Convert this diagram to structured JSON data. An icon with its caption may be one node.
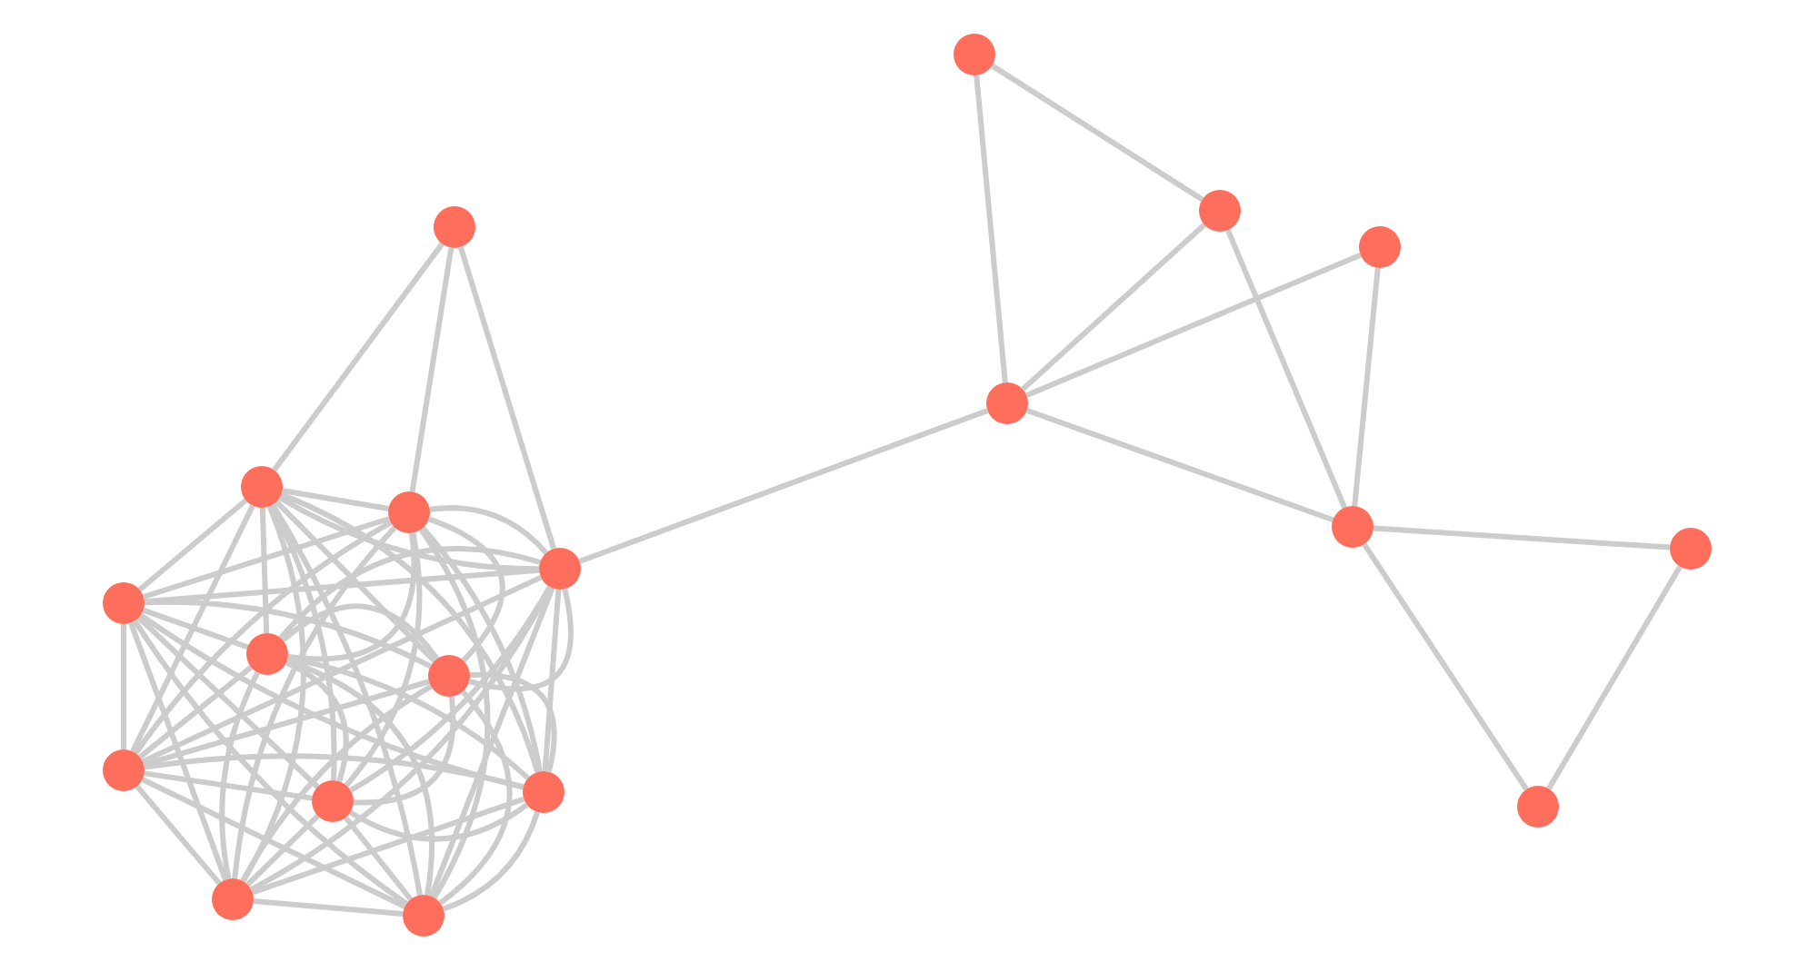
{
  "diagram": {
    "nodes": [
      {
        "text": [],
        "shape": "circle"
      },
      {
        "text": [],
        "shape": "circle"
      },
      {
        "text": [],
        "shape": "circle"
      },
      {
        "text": [],
        "shape": "circle"
      },
      {
        "text": [],
        "shape": "circle"
      },
      {
        "text": [],
        "shape": "circle"
      },
      {
        "text": [],
        "shape": "circle"
      },
      {
        "text": [],
        "shape": "circle"
      },
      {
        "text": [],
        "shape": "circle"
      },
      {
        "text": [],
        "shape": "circle"
      },
      {
        "text": [],
        "shape": "circle"
      },
      {
        "text": [],
        "shape": "circle"
      },
      {
        "text": [],
        "shape": "circle"
      },
      {
        "text": [],
        "shape": "circle"
      },
      {
        "text": [],
        "shape": "circle"
      },
      {
        "text": [],
        "shape": "circle"
      },
      {
        "text": [],
        "shape": "circle"
      },
      {
        "text": [],
        "shape": "circle"
      },
      {
        "text": [],
        "shape": "circle"
      }
    ],
    "edges": [
      {
        "from": 0,
        "to": 1,
        "arrow": "none"
      },
      {
        "from": 0,
        "to": 2,
        "arrow": "none"
      },
      {
        "from": 0,
        "to": 3,
        "arrow": "none"
      },
      {
        "from": 0,
        "to": 4,
        "arrow": "none"
      },
      {
        "from": 0,
        "to": 5,
        "arrow": "none"
      },
      {
        "from": 0,
        "to": 6,
        "arrow": "none"
      },
      {
        "from": 0,
        "to": 7,
        "arrow": "none"
      },
      {
        "from": 0,
        "to": 8,
        "arrow": "none"
      },
      {
        "from": 0,
        "to": 10,
        "arrow": "none"
      },
      {
        "from": 0,
        "to": 11,
        "arrow": "none"
      },
      {
        "from": 1,
        "to": 2,
        "arrow": "none"
      },
      {
        "from": 1,
        "to": 3,
        "arrow": "none"
      },
      {
        "from": 1,
        "to": 4,
        "arrow": "none"
      },
      {
        "from": 1,
        "to": 5,
        "arrow": "none"
      },
      {
        "from": 1,
        "to": 6,
        "arrow": "none"
      },
      {
        "from": 1,
        "to": 7,
        "arrow": "none"
      },
      {
        "from": 1,
        "to": 8,
        "arrow": "none"
      },
      {
        "from": 1,
        "to": 10,
        "arrow": "none"
      },
      {
        "from": 1,
        "to": 11,
        "arrow": "none"
      },
      {
        "from": 2,
        "to": 3,
        "arrow": "none"
      },
      {
        "from": 2,
        "to": 4,
        "arrow": "none"
      },
      {
        "from": 2,
        "to": 5,
        "arrow": "none"
      },
      {
        "from": 2,
        "to": 6,
        "arrow": "none"
      },
      {
        "from": 2,
        "to": 7,
        "arrow": "none"
      },
      {
        "from": 2,
        "to": 8,
        "arrow": "none"
      },
      {
        "from": 2,
        "to": 10,
        "arrow": "none"
      },
      {
        "from": 2,
        "to": 11,
        "arrow": "none"
      },
      {
        "from": 3,
        "to": 4,
        "arrow": "none"
      },
      {
        "from": 3,
        "to": 5,
        "arrow": "none"
      },
      {
        "from": 3,
        "to": 6,
        "arrow": "none"
      },
      {
        "from": 3,
        "to": 7,
        "arrow": "none"
      },
      {
        "from": 3,
        "to": 8,
        "arrow": "none"
      },
      {
        "from": 3,
        "to": 10,
        "arrow": "none"
      },
      {
        "from": 3,
        "to": 11,
        "arrow": "none"
      },
      {
        "from": 4,
        "to": 5,
        "arrow": "none"
      },
      {
        "from": 4,
        "to": 6,
        "arrow": "none"
      },
      {
        "from": 4,
        "to": 7,
        "arrow": "none"
      },
      {
        "from": 4,
        "to": 8,
        "arrow": "none"
      },
      {
        "from": 4,
        "to": 10,
        "arrow": "none"
      },
      {
        "from": 4,
        "to": 11,
        "arrow": "none"
      },
      {
        "from": 5,
        "to": 6,
        "arrow": "none"
      },
      {
        "from": 5,
        "to": 7,
        "arrow": "none"
      },
      {
        "from": 5,
        "to": 8,
        "arrow": "none"
      },
      {
        "from": 5,
        "to": 10,
        "arrow": "none"
      },
      {
        "from": 5,
        "to": 11,
        "arrow": "none"
      },
      {
        "from": 6,
        "to": 7,
        "arrow": "none"
      },
      {
        "from": 6,
        "to": 8,
        "arrow": "none"
      },
      {
        "from": 6,
        "to": 10,
        "arrow": "none"
      },
      {
        "from": 6,
        "to": 11,
        "arrow": "none"
      },
      {
        "from": 7,
        "to": 8,
        "arrow": "none"
      },
      {
        "from": 7,
        "to": 10,
        "arrow": "none"
      },
      {
        "from": 7,
        "to": 11,
        "arrow": "none"
      },
      {
        "from": 8,
        "to": 10,
        "arrow": "none"
      },
      {
        "from": 8,
        "to": 11,
        "arrow": "none"
      },
      {
        "from": 10,
        "to": 11,
        "arrow": "none"
      },
      {
        "from": 9,
        "to": 3,
        "arrow": "none"
      },
      {
        "from": 9,
        "to": 6,
        "arrow": "none"
      },
      {
        "from": 9,
        "to": 11,
        "arrow": "none"
      },
      {
        "from": 11,
        "to": 13,
        "arrow": "none"
      },
      {
        "from": 12,
        "to": 13,
        "arrow": "none"
      },
      {
        "from": 12,
        "to": 14,
        "arrow": "none"
      },
      {
        "from": 14,
        "to": 13,
        "arrow": "none"
      },
      {
        "from": 13,
        "to": 16,
        "arrow": "none"
      },
      {
        "from": 13,
        "to": 15,
        "arrow": "none"
      },
      {
        "from": 14,
        "to": 15,
        "arrow": "none"
      },
      {
        "from": 16,
        "to": 15,
        "arrow": "none"
      },
      {
        "from": 15,
        "to": 18,
        "arrow": "none"
      },
      {
        "from": 15,
        "to": 17,
        "arrow": "none"
      },
      {
        "from": 18,
        "to": 17,
        "arrow": "none"
      }
    ]
  }
}
